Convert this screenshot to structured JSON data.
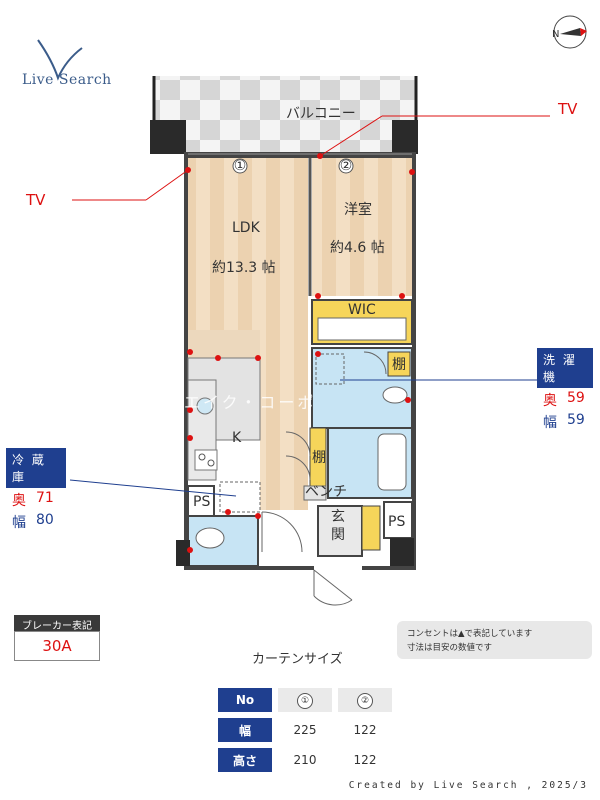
{
  "brand": {
    "name": "Live Search"
  },
  "balcony": {
    "label": "バルコニー"
  },
  "tv_labels": [
    "TV",
    "TV"
  ],
  "rooms": {
    "ldk_name": "LDK",
    "ldk_size": "約13.3 帖",
    "western_name": "洋室",
    "western_size": "約4.6 帖",
    "wic": "WIC",
    "kitchen": "K",
    "ps1": "PS",
    "ps2": "PS",
    "entrance": "玄\n関",
    "shelf1": "棚",
    "shelf2": "棚",
    "bench": "ベンチ"
  },
  "window_markers": [
    "①",
    "②"
  ],
  "watermark": "エイク・コーポ",
  "washer": {
    "title": "洗 濯 機",
    "depth_label": "奥",
    "depth": "59",
    "width_label": "幅",
    "width": "59"
  },
  "fridge": {
    "title": "冷 蔵 庫",
    "depth_label": "奥",
    "depth": "71",
    "width_label": "幅",
    "width": "80"
  },
  "breaker": {
    "title": "ブレーカー表記",
    "value": "30A"
  },
  "notes": {
    "line1": "コンセントは▲で表記しています",
    "line2": "寸法は目安の数値です"
  },
  "curtain": {
    "title": "カーテンサイズ",
    "header": {
      "label": "No",
      "c1": "①",
      "c2": "②"
    },
    "width": {
      "label": "幅",
      "c1": "225",
      "c2": "122"
    },
    "height": {
      "label": "高さ",
      "c1": "210",
      "c2": "122"
    }
  },
  "credit": "Created by Live Search , 2025/3",
  "colors": {
    "accent": "#1f3f8f",
    "outlet": "#d11111",
    "wood": "#f1dcc0",
    "tile": "#c7e4f4",
    "wic": "#f6d55a"
  }
}
